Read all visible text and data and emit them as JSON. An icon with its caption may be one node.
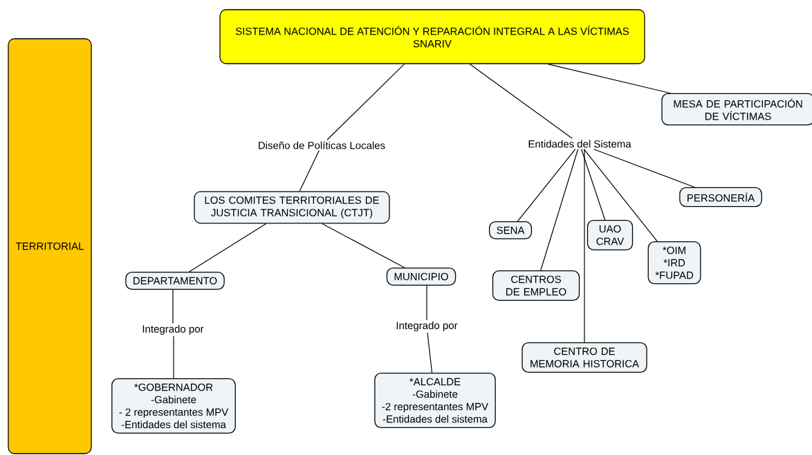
{
  "diagram": {
    "nodes": [
      {
        "text": [
          "SISTEMA NACIONAL DE ATENCIÓN Y REPARACIÓN INTEGRAL A LAS VÍCTIMAS",
          "SNARIV"
        ]
      },
      {
        "text": [
          "TERRITORIAL"
        ]
      },
      {
        "text": [
          "Diseño de Políticas Locales"
        ]
      },
      {
        "text": [
          "Entidades del Sistema"
        ]
      },
      {
        "text": [
          "MESA DE PARTICIPACIÓN DE VÍCTIMAS"
        ]
      },
      {
        "text": [
          "LOS COMITES TERRITORIALES DE JUSTICIA TRANSICIONAL (CTJT)"
        ]
      },
      {
        "text": [
          "PERSONERÍA"
        ]
      },
      {
        "text": [
          "SENA"
        ]
      },
      {
        "text": [
          "UAO CRAV"
        ]
      },
      {
        "text": [
          "*OIM",
          "*IRD",
          "*FUPAD"
        ]
      },
      {
        "text": [
          "DEPARTAMENTO"
        ]
      },
      {
        "text": [
          "MUNICIPIO"
        ]
      },
      {
        "text": [
          "CENTROS DE EMPLEO"
        ]
      },
      {
        "text": [
          "Integrado por"
        ]
      },
      {
        "text": [
          "Integrado por"
        ]
      },
      {
        "text": [
          "CENTRO DE MEMORIA HISTORICA"
        ]
      },
      {
        "text": [
          "*GOBERNADOR",
          "-Gabinete",
          "- 2 representantes MPV",
          "-Entidades del sistema"
        ]
      },
      {
        "text": [
          "*ALCALDE",
          "-Gabinete",
          "-2 representantes MPV",
          "-Entidades del sistema"
        ]
      }
    ],
    "edges": [
      {
        "from": 0,
        "to": 2,
        "arrow": "none"
      },
      {
        "from": 2,
        "to": 5,
        "arrow": "none"
      },
      {
        "from": 0,
        "to": 3,
        "arrow": "none"
      },
      {
        "from": 0,
        "to": 4,
        "arrow": "none"
      },
      {
        "from": 3,
        "to": 7,
        "arrow": "none"
      },
      {
        "from": 3,
        "to": 12,
        "arrow": "none"
      },
      {
        "from": 3,
        "to": 15,
        "arrow": "none"
      },
      {
        "from": 3,
        "to": 8,
        "arrow": "none"
      },
      {
        "from": 3,
        "to": 9,
        "arrow": "none"
      },
      {
        "from": 3,
        "to": 6,
        "arrow": "none"
      },
      {
        "from": 5,
        "to": 10,
        "arrow": "none"
      },
      {
        "from": 5,
        "to": 11,
        "arrow": "none"
      },
      {
        "from": 10,
        "to": 13,
        "arrow": "none"
      },
      {
        "from": 13,
        "to": 16,
        "arrow": "none"
      },
      {
        "from": 11,
        "to": 14,
        "arrow": "none"
      },
      {
        "from": 14,
        "to": 17,
        "arrow": "none"
      }
    ]
  }
}
